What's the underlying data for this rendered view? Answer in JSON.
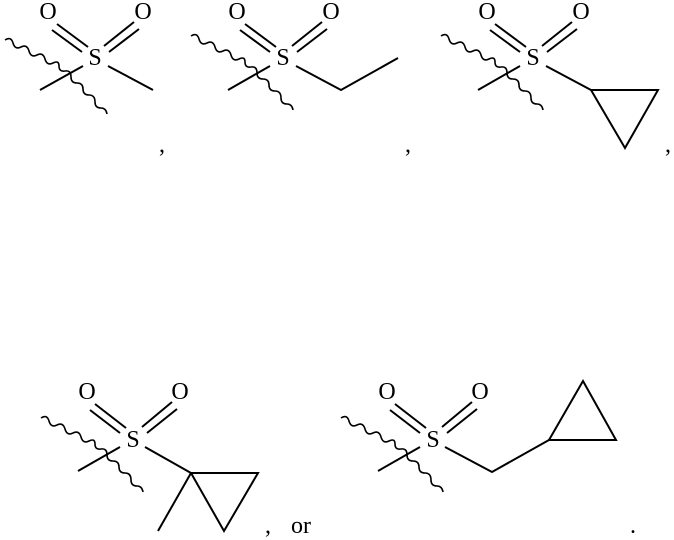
{
  "figure": {
    "type": "chemical-structures",
    "description": "Sulfonyl substituent options",
    "structures": [
      {
        "name": "methylsulfonyl",
        "atoms": {
          "o1": "O",
          "o2": "O",
          "s": "S"
        },
        "separator": ","
      },
      {
        "name": "ethylsulfonyl",
        "atoms": {
          "o1": "O",
          "o2": "O",
          "s": "S"
        },
        "separator": ","
      },
      {
        "name": "cyclopropylsulfonyl",
        "atoms": {
          "o1": "O",
          "o2": "O",
          "s": "S"
        },
        "separator": ","
      },
      {
        "name": "1-methylcyclopropylsulfonyl",
        "atoms": {
          "o1": "O",
          "o2": "O",
          "s": "S"
        },
        "separator": ",",
        "conjunction": "or"
      },
      {
        "name": "cyclopropylmethylsulfonyl",
        "atoms": {
          "o1": "O",
          "o2": "O",
          "s": "S"
        },
        "separator": "."
      }
    ]
  }
}
